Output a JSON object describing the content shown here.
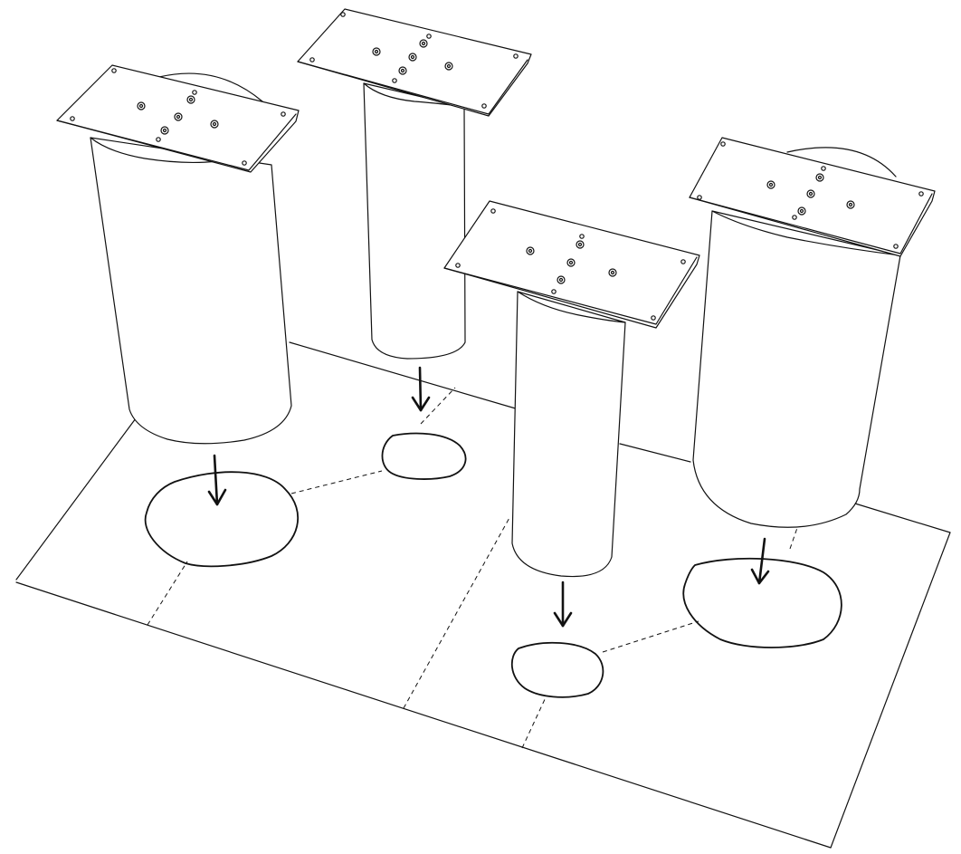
{
  "diagram": {
    "kind": "assembly-illustration",
    "colors": {
      "line": "#111111",
      "background": "#ffffff"
    },
    "legs": [
      {
        "id": "back-left"
      },
      {
        "id": "back-center"
      },
      {
        "id": "front-center"
      },
      {
        "id": "front-right"
      }
    ],
    "footprints": [
      {
        "id": "footprint-left"
      },
      {
        "id": "footprint-back-center"
      },
      {
        "id": "footprint-front-center"
      },
      {
        "id": "footprint-right"
      }
    ],
    "arrows": [
      {
        "direction": "down",
        "icon": "down-arrow-icon"
      },
      {
        "direction": "down",
        "icon": "down-arrow-icon"
      },
      {
        "direction": "down",
        "icon": "down-arrow-icon"
      },
      {
        "direction": "down",
        "icon": "down-arrow-icon"
      }
    ]
  }
}
